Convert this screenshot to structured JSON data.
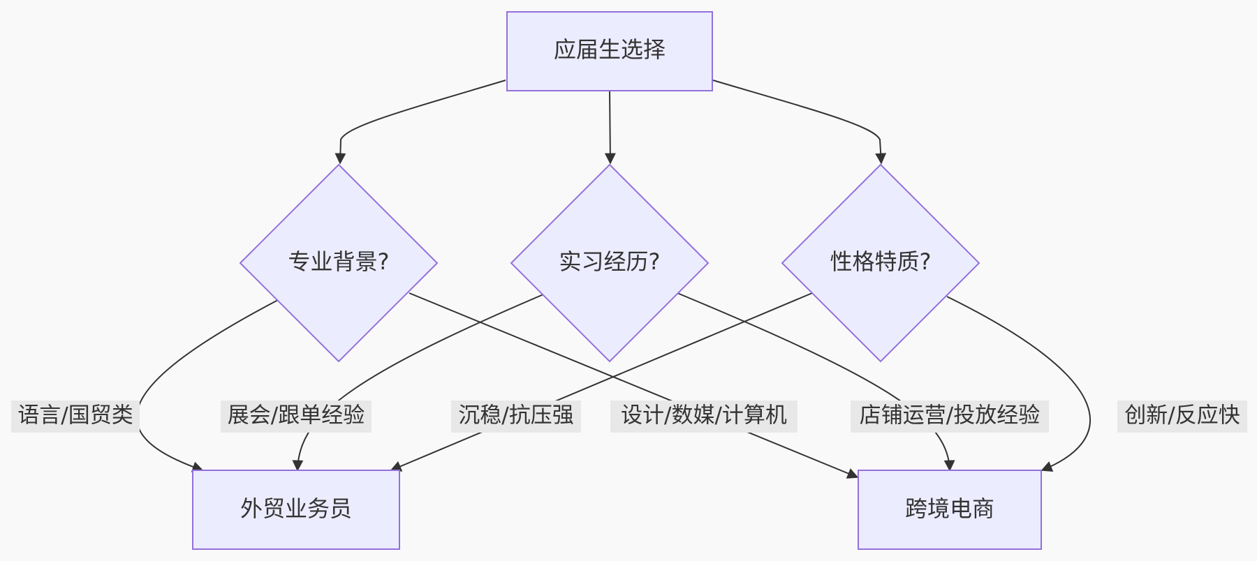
{
  "nodes": {
    "start": "应届生选择",
    "major": "专业背景?",
    "intern": "实习经历?",
    "personality": "性格特质?",
    "foreign_trade": "外贸业务员",
    "cross_border": "跨境电商"
  },
  "edge_labels": {
    "major_to_foreign_trade": "语言/国贸类",
    "intern_to_foreign_trade": "展会/跟单经验",
    "personality_to_foreign_trade": "沉稳/抗压强",
    "major_to_cross_border": "设计/数媒/计算机",
    "intern_to_cross_border": "店铺运营/投放经验",
    "personality_to_cross_border": "创新/反应快"
  },
  "colors": {
    "node_fill": "#ececff",
    "node_stroke": "#9370db",
    "edge": "#333333",
    "label_bg": "#e8e8e8",
    "background": "#f9f9f9"
  }
}
